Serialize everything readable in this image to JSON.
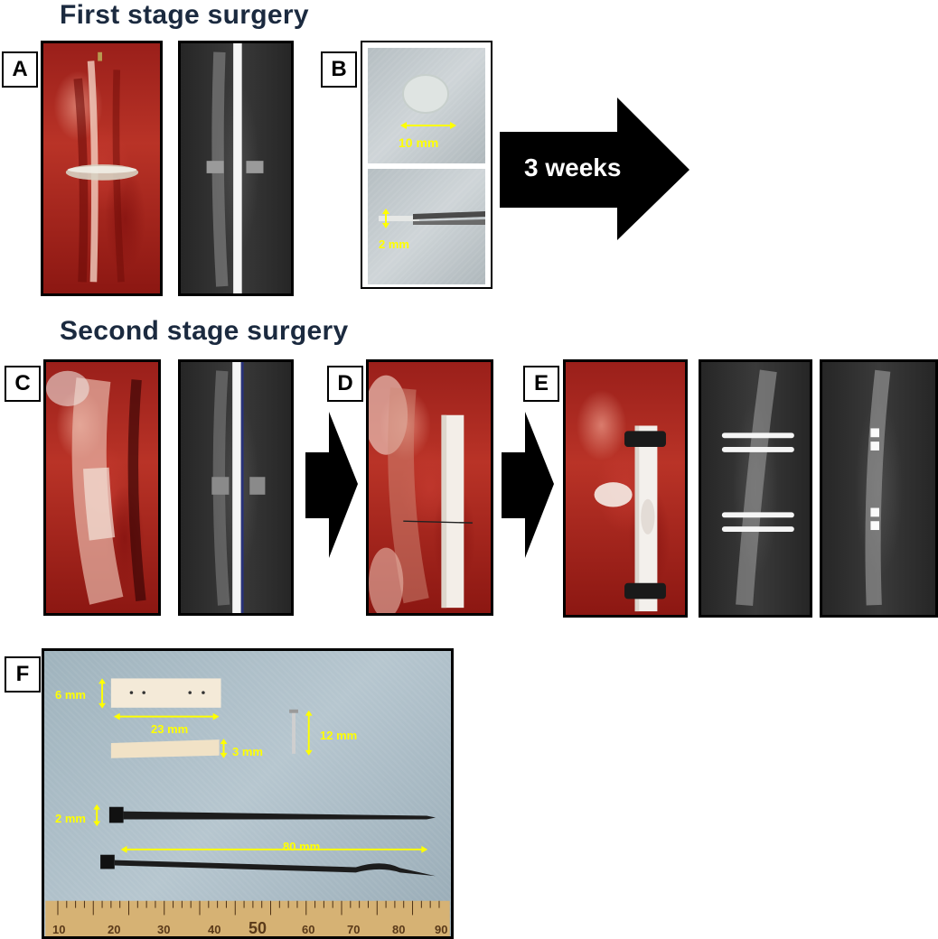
{
  "stage1": {
    "title": "First stage surgery",
    "panel_a": {
      "label": "A"
    },
    "panel_b": {
      "label": "B",
      "diameter": "10 mm",
      "thickness": "2 mm"
    },
    "arrow": {
      "label": "3 weeks"
    }
  },
  "stage2": {
    "title": "Second stage surgery",
    "panel_c": {
      "label": "C"
    },
    "panel_d": {
      "label": "D"
    },
    "panel_e": {
      "label": "E"
    }
  },
  "panel_f": {
    "label": "F",
    "plate_width": "6 mm",
    "plate_length": "23 mm",
    "plate_thickness": "3 mm",
    "screw_length": "12 mm",
    "tie_width": "2 mm",
    "tie_length": "80 mm",
    "ruler_ticks": [
      "10",
      "20",
      "30",
      "40",
      "50",
      "60",
      "70",
      "80",
      "90"
    ]
  },
  "colors": {
    "title": "#1b2a3f",
    "measure": "#ffff00",
    "arrow": "#000000"
  }
}
